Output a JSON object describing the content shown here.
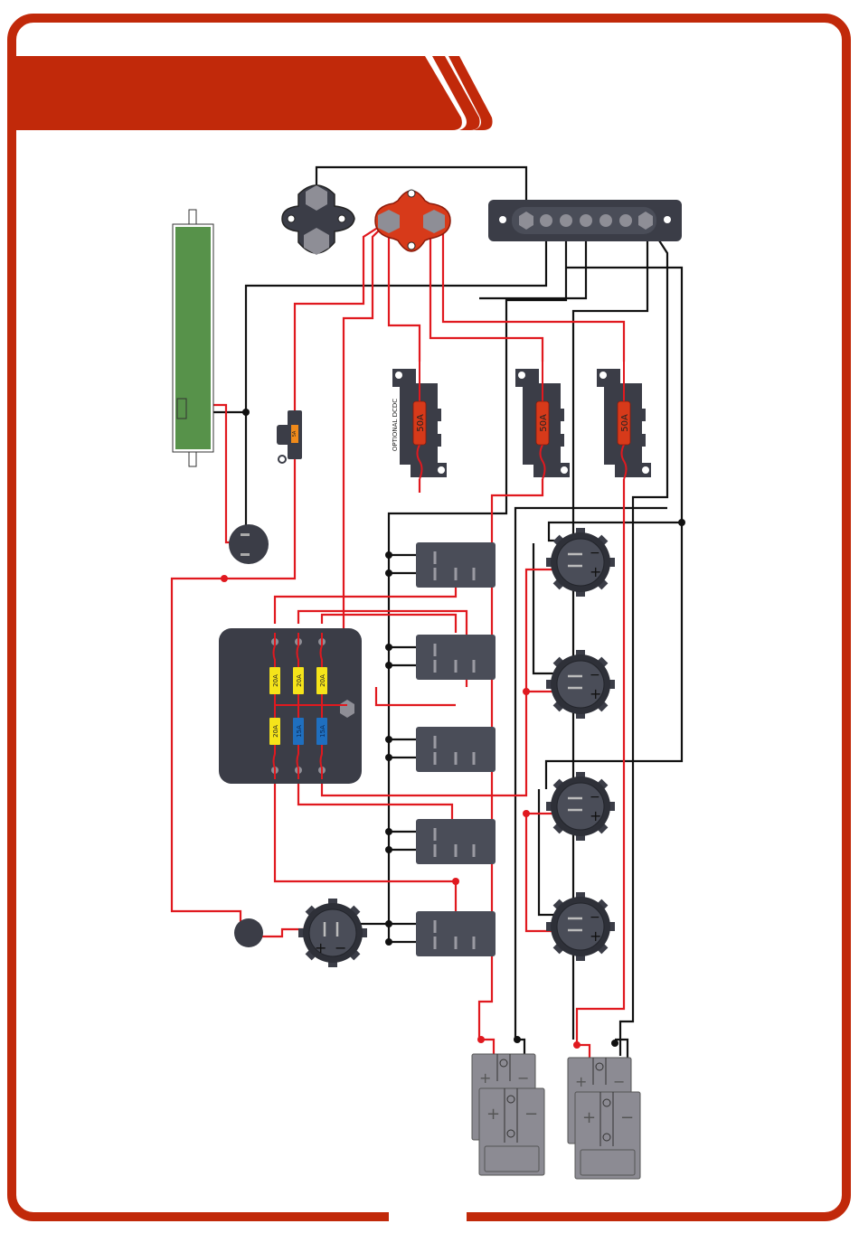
{
  "colors": {
    "frame": "#c1290a",
    "wire_positive": "#e0191f",
    "wire_negative": "#111111",
    "component_dark": "#3b3d47",
    "terminal_gray": "#8e8e96",
    "battery_green": "#57924a",
    "fuse_red": "#d73a1a",
    "fuse_yellow": "#f5e41a",
    "fuse_blue": "#1f6fbf",
    "anderson_gray": "#8c8b93"
  },
  "header": {
    "title": ""
  },
  "breaker_fuses": [
    {
      "label": "50A",
      "note": "OPTIONAL DCDC"
    },
    {
      "label": "50A",
      "note": ""
    },
    {
      "label": "50A",
      "note": ""
    }
  ],
  "inline_fuse": {
    "label": "5A"
  },
  "fuse_block": {
    "top_row": [
      "20A",
      "20A",
      "20A"
    ],
    "bottom_row": [
      "20A",
      "15A",
      "15A"
    ]
  },
  "sockets": {
    "positive_symbol": "+",
    "negative_symbol": "−"
  },
  "anderson": {
    "positive_symbol": "+",
    "negative_symbol": "−"
  }
}
